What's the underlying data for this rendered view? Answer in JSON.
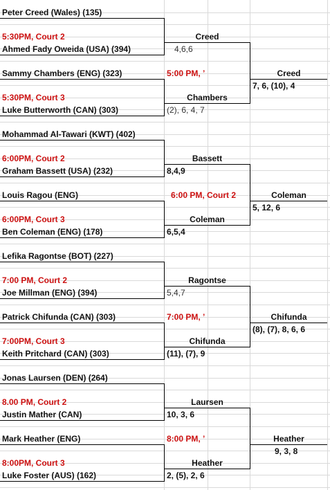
{
  "sheet": {
    "players": [
      "Peter Creed (Wales) (135)",
      "Ahmed Fady Oweida (USA) (394)",
      "Sammy Chambers (ENG) (323)",
      "Luke Butterworth (CAN) (303)",
      "Mohammad Al-Tawari (KWT) (402)",
      "Graham Bassett (USA) (232)",
      "Louis Ragou (ENG)",
      "Ben Coleman (ENG) (178)",
      "Lefika Ragontse (BOT) (227)",
      "Joe Millman (ENG) (394)",
      "Patrick Chifunda (CAN) (303)",
      "Keith Pritchard (CAN) (303)",
      "Jonas Laursen (DEN) (264)",
      "Justin Mather (CAN)",
      "Mark Heather (ENG)",
      "Luke Foster (AUS) (162)"
    ],
    "schedules": [
      "5:30PM, Court 2",
      "5:00 PM, ’",
      "5:30PM, Court 3",
      "6:00PM, Court 2",
      "6:00 PM, Court 2",
      "6:00PM, Court 3",
      "7:00 PM, Court 2",
      "7:00 PM, ’",
      "7:00PM, Court 3",
      "8.00 PM, Court 2",
      "8:00 PM, ’",
      "8:00PM, Court 3"
    ],
    "winners_r1": [
      "Creed",
      "Chambers",
      "Bassett",
      "Coleman",
      "Ragontse",
      "Chifunda",
      "Laursen",
      "Heather"
    ],
    "scores_r1": [
      "4,6,6",
      "(2), 6, 4, 7",
      "8,4,9",
      "6,5,4",
      "5,4,7",
      "(11), (7), 9",
      "10, 3, 6",
      "2, (5), 2, 6"
    ],
    "winners_r2": [
      "Creed",
      "Coleman",
      "Chifunda",
      "Heather"
    ],
    "scores_r2": [
      "7, 6, (10), 4",
      "5, 12, 6",
      "(8), (7), 8, 6, 6",
      "9, 3, 8"
    ]
  }
}
